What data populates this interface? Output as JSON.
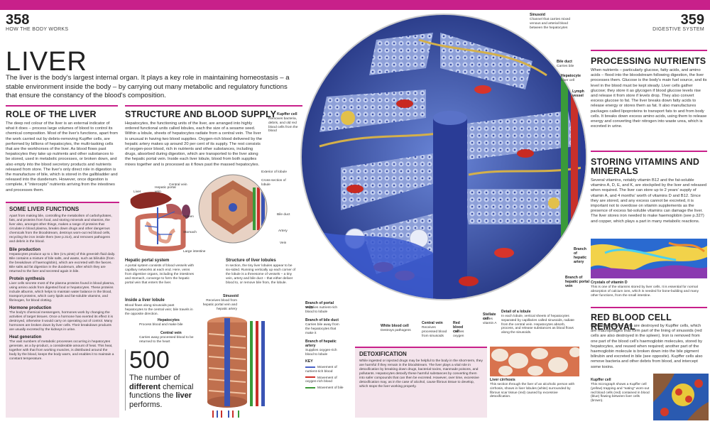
{
  "page_left": {
    "number": "358",
    "running_head": "HOW THE BODY WORKS"
  },
  "page_right": {
    "number": "359",
    "running_head": "DIGESTIVE SYSTEM"
  },
  "title": "LIVER",
  "intro": "The liver is the body's largest internal organ. It plays a key role in maintaining homeostasis – a stable environment inside the body – by carrying out many metabolic and regulatory functions that ensure the constancy of the blood's composition.",
  "role": {
    "heading": "ROLE OF THE LIVER",
    "text": "The deep red colour of the liver is an external indicator of what it does – process large volumes of blood to control its chemical composition. Most of the liver's functions, apart from the work carried out by debris-removing Kupffer cells, are performed by billions of hepatocytes, the multi-tasking cells that are the workhorses of the liver. As blood flows past hepatocytes they take up nutrients and other substances to be stored, used in metabolic processes, or broken down, and also empty into the blood secretory products and nutrients released from store. The liver's only direct role in digestion is the manufacture of bile, which is stored in the gallbladder and released into the duodenum. However, once digestion is complete, it \"intercepts\" nutrients arriving from the intestines and processes them."
  },
  "some_functions": {
    "heading": "SOME LIVER FUNCTIONS",
    "lead": "Apart from making bile, controlling the metabolism of carbohydrates, fats, and proteins from food, and storing minerals and vitamins, the liver also, amongst other things, makes a range of proteins that circulate in blood plasma, breaks down drugs and other dangerous chemicals from the bloodstream, destroys worn-out red blood cells, recycling the iron inside them (see p.314), and removes pathogens and debris in the blood.",
    "items": [
      {
        "title": "Bile production",
        "text": "Hepatocytes produce up to 1 litre (1¾ pints) of this greenish fluid daily. Bile contains a mixture of bile salts, and waste, such as bilirubin (from the breakdown of haemoglobin), which are excreted with the faeces. Bile salts aid fat digestion in the duodenum, after which they are returned to the liver and secreted again in bile."
      },
      {
        "title": "Protein synthesis",
        "text": "Liver cells secrete most of the plasma proteins found in blood plasma, using amino acids from digested food or hepatocytes. These proteins include albumin, which helps to maintain water balance in the blood, transport proteins, which carry lipids and fat-soluble vitamins, and fibrinogen, for blood clotting."
      },
      {
        "title": "Hormone production",
        "text": "The body's chemical messengers, hormones work by changing the activities of target tissues. Once a hormone has exerted its effect it is destroyed, otherwise it would carry on operating out of control. Many hormones are broken down by liver cells. Their breakdown products are usually excreted by the kidneys in urine."
      },
      {
        "title": "Heat generation",
        "text": "The vast numbers of metabolic processes occurring in hepatocytes generate, as a by-product, a considerable amount of heat. This heat, together with that from working muscles, is distributed around the body by the blood, keeps the body warm, and enables it to maintain a constant temperature."
      }
    ]
  },
  "structure": {
    "heading": "STRUCTURE AND BLOOD SUPPLY",
    "text": "Hepatocytes, the functioning units of the liver, are arranged into highly ordered functional units called lobules, each the size of a sesame seed. Within a lobule, sheets of hepatocytes radiate from a central vein. The liver is unusual in having two blood supplies. Oxygen-rich blood delivered by the hepatic artery makes up around 20 per cent of its supply. The rest consists of oxygen-poor blood, rich in nutrients and other substances, including drugs, absorbed during digestion, which are transported to the liver along the hepatic portal vein. Inside each liver lobule, blood from both supplies mixes together and is processed as it flows past the massed hepatocytes."
  },
  "diagram_labels": {
    "liver": "Liver",
    "hepatic_portal_vein": "Hepatic portal vein",
    "spleen": "Spleen",
    "stomach": "Stomach",
    "large_intestine": "Large intestine",
    "central_vein": "Central vein",
    "exterior_lobule": "Exterior of lobule",
    "cross_section": "Cross-section of lobule",
    "bile_duct": "Bile duct",
    "artery": "Artery",
    "vein": "Vein",
    "hps_title": "Hepatic portal system",
    "hps_text": "A portal system consists of blood vessels with capillary networks at each end. Here, veins from digestive organs, including the intestines and stomach, converge to form the hepatic portal vein that enters the liver.",
    "struct_title": "Structure of liver lobules",
    "struct_text": "In section, the tiny liver lobules appear to be six-sided. Running vertically up each corner of the lobule is a threesome of vessels – a tiny vein, artery and bile duct – that either deliver blood to, or remove bile from, the lobule.",
    "inside_title": "Inside a liver lobule",
    "inside_text": "Blood flows along sinusoids past hepatocytes to the central vein; bile travels in the opposite direction.",
    "sinusoid_title": "Sinusoid",
    "sinusoid_text": "Receives blood from hepatic portal vein and hepatic artery",
    "hepatocytes_title": "Hepatocytes",
    "hepatocytes_text": "Process blood and make bile",
    "central_title": "Central vein",
    "central_text": "Carries away processed blood to be returned to the heart",
    "bpv_title": "Branch of portal vein",
    "bpv_text": "Supplies nutrient-rich blood to lobule",
    "bbd_title": "Branch of bile duct",
    "bbd_text": "Carries bile away from the hepatocytes that make it",
    "bha_title": "Branch of hepatic artery",
    "bha_text": "Supplies oxygen-rich blood to lobule"
  },
  "key": {
    "heading": "KEY",
    "items": [
      {
        "label": "Movement of nutrient-rich blood",
        "color": "#4a62c8"
      },
      {
        "label": "Movement of oxygen-rich blood",
        "color": "#d0302a"
      },
      {
        "label": "Movement of bile",
        "color": "#3f9a3a"
      }
    ]
  },
  "stat": {
    "number": "500",
    "pre": "The number of",
    "bold1": "different",
    "mid": "chemical functions the",
    "bold2": "liver",
    "post": "performs."
  },
  "big_labels": {
    "kupffer_title": "Kupffer cell",
    "kupffer_text": "Removes bacteria, debris, and old red blood cells from the blood",
    "sinusoid_title": "Sinusoid",
    "sinusoid_text": "Channel that carries mixed venous and arterial blood between the hepatocytes",
    "bile_duct_title": "Bile duct",
    "bile_duct_text": "Carries bile",
    "hepatocyte_title": "Hepatocyte",
    "hepatocyte_text": "Liver cell",
    "lymph_title": "Lymph vessel",
    "bha_title": "Branch of hepatic artery",
    "bhpv_title": "Branch of hepatic portal vein",
    "detail_title": "Detail of a lobule",
    "detail_text": "In each lobule, vertical sheets of hepatocytes separated by capillaries called sinusoids, radiate from the central vein. Hepatocytes absorb, process, and release substances as blood flows along the sinusoids.",
    "stellate_title": "Stellate cell",
    "stellate_text": "Stores vitamin A",
    "rbc_title": "Red blood cell",
    "rbc_text": "Carries oxygen",
    "cv_title": "Central vein",
    "cv_text": "Receives processed blood from sinusoids",
    "wbc_title": "White blood cell",
    "wbc_text": "Destroys pathogens"
  },
  "detox": {
    "heading": "DETOXIFICATION",
    "text": "While ingested or injected drugs may be helpful to the body in the short-term, they are harmful if they remain in the bloodstream. The liver plays a vital role in detoxification by breaking down drugs, bacterial toxins, manmade poisons, and pollutants. Hepatocytes detoxify these harmful substances by converting them into safer compounds that can then be excreted. However, over time, excessive detoxification may, as in the case of alcohol, cause fibrous tissue to develop, which stops the liver working properly."
  },
  "cirrhosis": {
    "title": "Liver cirrhosis",
    "text": "This section through the liver of an alcoholic person with cirrhosis, shows in liver lobules (white) surrounded by fibrous scar tissue (red) caused by excessive detoxification."
  },
  "processing": {
    "heading": "PROCESSING NUTRIENTS",
    "text": "When nutrients – particularly glucose, fatty acids, and amino acids – flood into the bloodstream following digestion, the liver processes them. Glucose is the body's main fuel source, and its level in the blood must be kept steady. Liver cells gather glucose; they store it as glycogen if blood glucose levels rise and release it from store if levels drop. They also convert excess glucose to fat. The liver breaks down fatty acids to release energy or stores them as fat. It also manufactures packages called lipoproteins to transport fats to and from body cells. It breaks down excess amino acids, using them to release energy and converting their nitrogen into waste urea, which is excreted in urine."
  },
  "storing": {
    "heading": "STORING VITAMINS AND MINERALS",
    "text": "Several vitamins, notably vitamin B12 and the fat-soluble vitamins A, D, E, and K, are stockpiled by the liver and released when required. The liver can store up to 2 years' supply of vitamin A, and 4 months' worth of vitamins D and B12. Since they are stored, and any excess cannot be excreted, it is important not to overdose on vitamin supplements as the presence of excess fat-soluble vitamins can damage the liver. The liver stores iron needed to make haemoglobin (see p.327) and copper, which plays a part in many metabolic reactions."
  },
  "vitd": {
    "title": "Crystals of vitamin D",
    "text": "This is one of the vitamins stored by liver cells. It is essential for normal absorption of calcium ions, which is needed for bone-building and many other functions, from the small intestine."
  },
  "rbc_removal": {
    "heading": "RED BLOOD CELL REMOVAL",
    "text": "Defunct red blood cells are destroyed by Kupffer cells, which are macrophages that form part of the lining of sinusoids (red cells are also destroyed in the spleen). Iron is removed from one part of the blood cell's haemoglobin molecules, stored by hepatocytes, and reused when required; another part of the haemoglobin molecule is broken down into the bile pigment bilirubin and excreted in bile (see opposite). Kupffer cells also remove bacteria and other debris from blood, and intercept some toxins."
  },
  "kupffer_photo": {
    "title": "Kupffer cell",
    "text": "This micrograph shows a Kupffer cell (yellow) trapping and \"eating\" worn-out red blood cells (red) contained in blood (blue) flowing between liver cells (brown)."
  }
}
